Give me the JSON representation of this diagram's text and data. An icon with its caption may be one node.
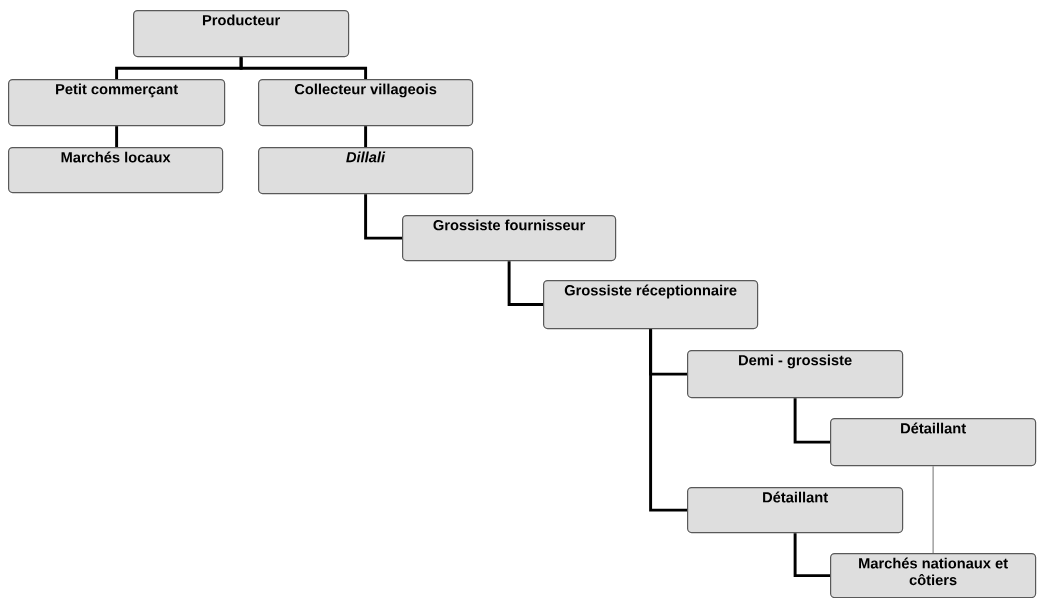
{
  "diagram": {
    "nodes": [
      {
        "text": [
          "Producteur"
        ]
      },
      {
        "text": [
          "Petit commerçant"
        ]
      },
      {
        "text": [
          "Collecteur villageois"
        ]
      },
      {
        "text": [
          "Marchés locaux"
        ]
      },
      {
        "text": [
          "*Dillali*"
        ]
      },
      {
        "text": [
          "Grossiste fournisseur"
        ]
      },
      {
        "text": [
          "Grossiste réceptionnaire"
        ]
      },
      {
        "text": [
          "Demi - grossiste"
        ]
      },
      {
        "text": [
          "Détaillant"
        ]
      },
      {
        "text": [
          "Détaillant"
        ]
      },
      {
        "text": [
          "Marchés nationaux et côtiers"
        ]
      }
    ],
    "edges": [
      {
        "from": 0,
        "to": 1,
        "arrow": "none"
      },
      {
        "from": 0,
        "to": 2,
        "arrow": "none"
      },
      {
        "from": 1,
        "to": 3,
        "arrow": "none"
      },
      {
        "from": 2,
        "to": 4,
        "arrow": "none"
      },
      {
        "from": 4,
        "to": 5,
        "arrow": "none"
      },
      {
        "from": 5,
        "to": 6,
        "arrow": "none"
      },
      {
        "from": 6,
        "to": 7,
        "arrow": "none"
      },
      {
        "from": 6,
        "to": 9,
        "arrow": "none"
      },
      {
        "from": 7,
        "to": 8,
        "arrow": "none"
      },
      {
        "from": 9,
        "to": 10,
        "arrow": "none"
      },
      {
        "from": 8,
        "to": 10,
        "arrow": "none",
        "color": "#7a7a7a"
      }
    ]
  }
}
